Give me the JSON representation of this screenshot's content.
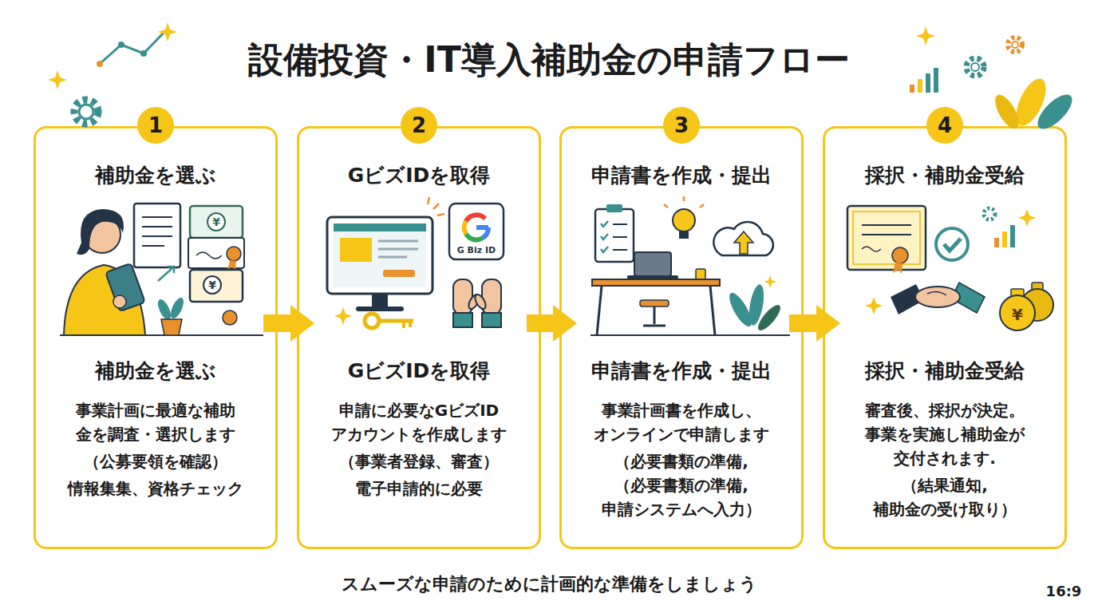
{
  "diagram": {
    "title": "設備投資・IT導入補助金の申請フロー",
    "caption": "スムーズな申請のために計画的な準備をしましょう",
    "nodes": [
      {
        "text": [
          "補助金を選ぶ",
          "補助金を選ぶ",
          "事業計画に最適な補助 金を調査・選択します",
          "（公募要領を確認）",
          "情報集集、資格チェック"
        ]
      },
      {
        "text": [
          "1"
        ],
        "in": 0
      },
      {
        "text": [
          "GビズIDを取得",
          "GビズIDを取得",
          "申請に必要なGビズID アカウントを作成します",
          "（事業者登録、審査）",
          "電子申請的に必要"
        ]
      },
      {
        "text": [
          "2"
        ],
        "in": 2
      },
      {
        "text": [
          "申請書を作成・提出",
          "申請書を作成・提出",
          "事業計画書を作成し、 オンラインで申請します",
          "（必要書類の準備, （必要書類の準備, 申請システムへ入力）"
        ]
      },
      {
        "text": [
          "3"
        ],
        "in": 4
      },
      {
        "text": [
          "採択・補助金受給",
          "採択・補助金受給",
          "審査後、採択が決定。 事業を実施し補助金が 交付されます.",
          "（結果通知, 補助金の受け取り）"
        ]
      },
      {
        "text": [
          "4"
        ],
        "in": 6
      }
    ],
    "edges": [
      {
        "from": 0,
        "to": 2,
        "arrow": "to"
      },
      {
        "from": 2,
        "to": 4,
        "arrow": "to"
      },
      {
        "from": 4,
        "to": 6,
        "arrow": "to"
      }
    ],
    "labels": [
      "¥",
      "¥",
      "G Biz ID",
      "¥",
      "16:9"
    ]
  }
}
